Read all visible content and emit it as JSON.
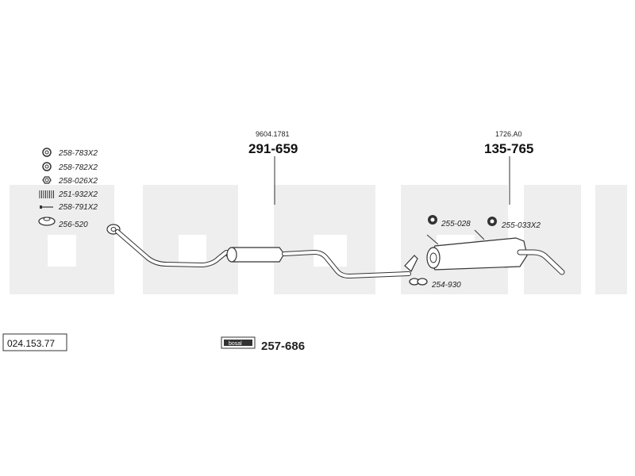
{
  "watermark": "bosal",
  "catalog_number": "024.153.77",
  "front_pipe": {
    "parts": [
      {
        "icon": "ring-icon",
        "label": "258-783X2"
      },
      {
        "icon": "ring-icon",
        "label": "258-782X2"
      },
      {
        "icon": "nut-icon",
        "label": "258-026X2"
      },
      {
        "icon": "spring-icon",
        "label": "251-932X2"
      },
      {
        "icon": "bolt-icon",
        "label": "258-791X2"
      },
      {
        "icon": "gasket-icon",
        "label": "256-520"
      }
    ]
  },
  "middle_silencer": {
    "ref": "9604.1781",
    "part": "291-659"
  },
  "rear_silencer": {
    "ref": "1726.A0",
    "part": "135-765"
  },
  "rear_parts": [
    {
      "icon": "rubber-hanger-icon",
      "label": "255-028"
    },
    {
      "icon": "rubber-hanger-icon",
      "label": "255-033X2"
    },
    {
      "icon": "clamp-icon",
      "label": "254-930"
    }
  ],
  "mounting_kit": {
    "brand_label": "bosal",
    "part": "257-686"
  },
  "colors": {
    "watermark": "#eeeeee",
    "line": "#333333"
  }
}
